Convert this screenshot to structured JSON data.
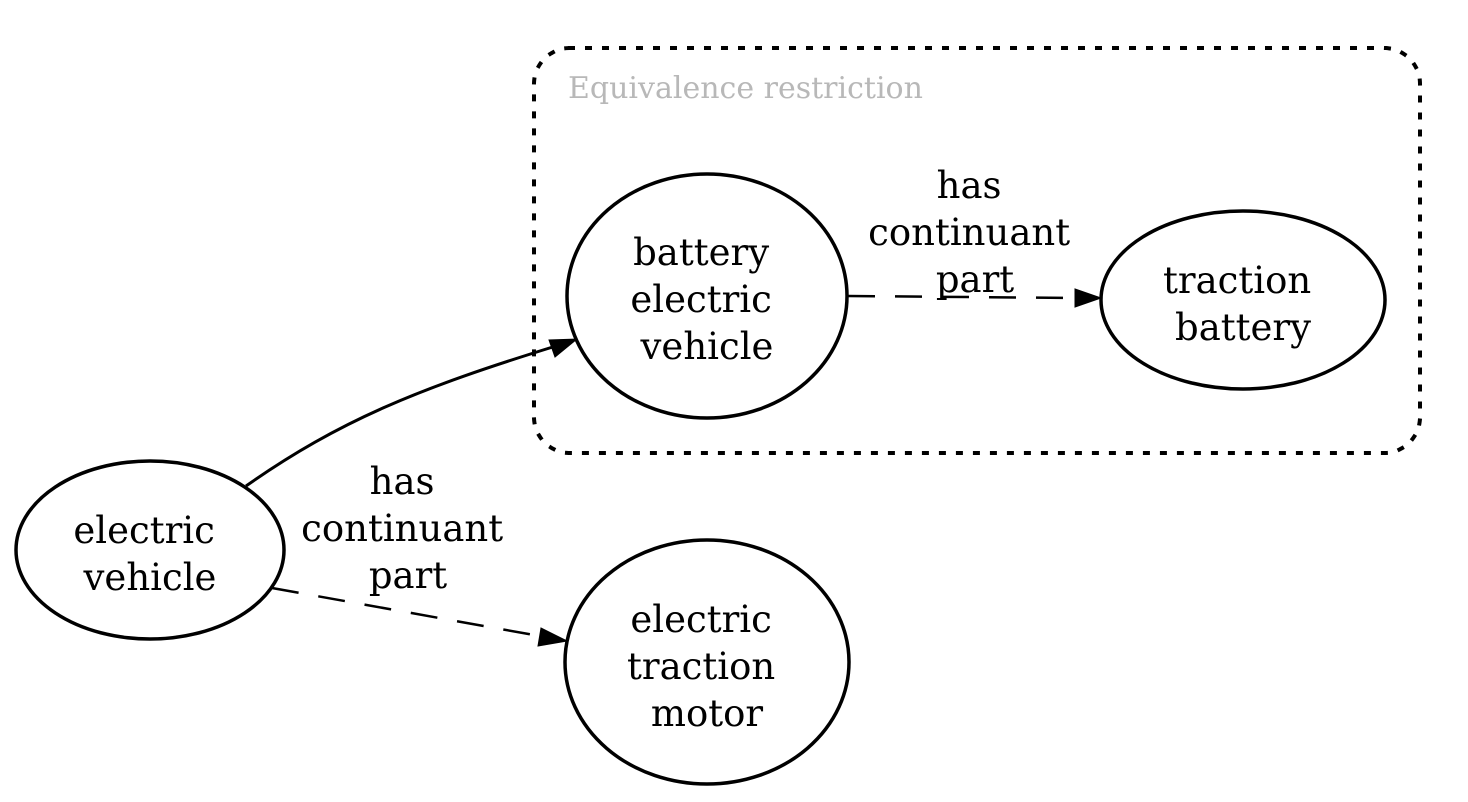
{
  "cluster": {
    "label": "Equivalence restriction",
    "label_color": "#b8b8b8"
  },
  "nodes": {
    "electric_vehicle": {
      "lines": [
        "electric",
        "vehicle"
      ]
    },
    "battery_electric_vehicle": {
      "lines": [
        "battery",
        "electric",
        "vehicle"
      ]
    },
    "traction_battery": {
      "lines": [
        "traction",
        "battery"
      ]
    },
    "electric_traction_motor": {
      "lines": [
        "electric",
        "traction",
        "motor"
      ]
    }
  },
  "edges": {
    "bev_to_battery": {
      "from": "battery electric vehicle",
      "to": "traction battery",
      "style": "dashed",
      "label_lines": [
        "has",
        "continuant",
        "part"
      ]
    },
    "ev_to_bev": {
      "from": "electric vehicle",
      "to": "battery electric vehicle",
      "style": "solid"
    },
    "ev_to_motor": {
      "from": "electric vehicle",
      "to": "electric traction motor",
      "style": "dashed",
      "label_lines": [
        "has",
        "continuant",
        "part"
      ]
    }
  }
}
